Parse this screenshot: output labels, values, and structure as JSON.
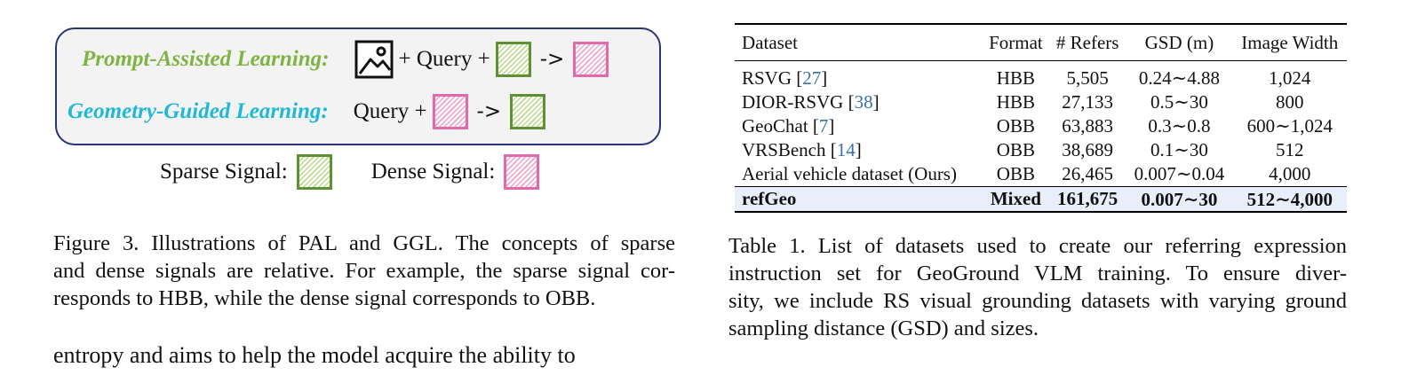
{
  "figure": {
    "row1": {
      "label": "Prompt-Assisted Learning:",
      "plus1": "+ Query +",
      "arrow": "->"
    },
    "row2": {
      "label": "Geometry-Guided Learning:",
      "query": "Query +",
      "arrow": "->"
    },
    "legend": {
      "sparse": "Sparse Signal:",
      "dense": "Dense Signal:"
    },
    "caption_lines": [
      "Figure 3.  Illustrations of PAL and GGL. The concepts of sparse",
      "and dense signals are relative. For example, the sparse signal cor-",
      "responds to HBB, while the dense signal corresponds to OBB."
    ],
    "colors": {
      "sparse": "#5d9134",
      "dense": "#e26aa8",
      "box_border": "#2c3474",
      "pal_label": "#7fb342",
      "ggl_label": "#1fb8d6"
    }
  },
  "table": {
    "headers": [
      "Dataset",
      "Format",
      "# Refers",
      "GSD (m)",
      "Image Width"
    ],
    "rows": [
      {
        "name": "RSVG [",
        "ref": "27",
        "close": "]",
        "format": "HBB",
        "refers": "5,505",
        "gsd": "0.24∼4.88",
        "width": "1,024"
      },
      {
        "name": "DIOR-RSVG [",
        "ref": "38",
        "close": "]",
        "format": "HBB",
        "refers": "27,133",
        "gsd": "0.5∼30",
        "width": "800"
      },
      {
        "name": "GeoChat [",
        "ref": "7",
        "close": "]",
        "format": "OBB",
        "refers": "63,883",
        "gsd": "0.3∼0.8",
        "width": "600∼1,024"
      },
      {
        "name": "VRSBench [",
        "ref": "14",
        "close": "]",
        "format": "OBB",
        "refers": "38,689",
        "gsd": "0.1∼30",
        "width": "512"
      },
      {
        "name": "Aerial vehicle dataset (Ours)",
        "ref": "",
        "close": "",
        "format": "OBB",
        "refers": "26,465",
        "gsd": "0.007∼0.04",
        "width": "4,000"
      }
    ],
    "total": {
      "name": "refGeo",
      "format": "Mixed",
      "refers": "161,675",
      "gsd": "0.007∼30",
      "width": "512∼4,000"
    },
    "caption_lines": [
      "Table 1.  List of datasets used to create our referring expression",
      "instruction set for GeoGround VLM training.  To ensure diver-",
      "sity, we include RS visual grounding datasets with varying ground",
      "sampling distance (GSD) and sizes."
    ],
    "highlight_color": "#e9eefb"
  },
  "body_text": "entropy and aims to help the model acquire the ability to"
}
